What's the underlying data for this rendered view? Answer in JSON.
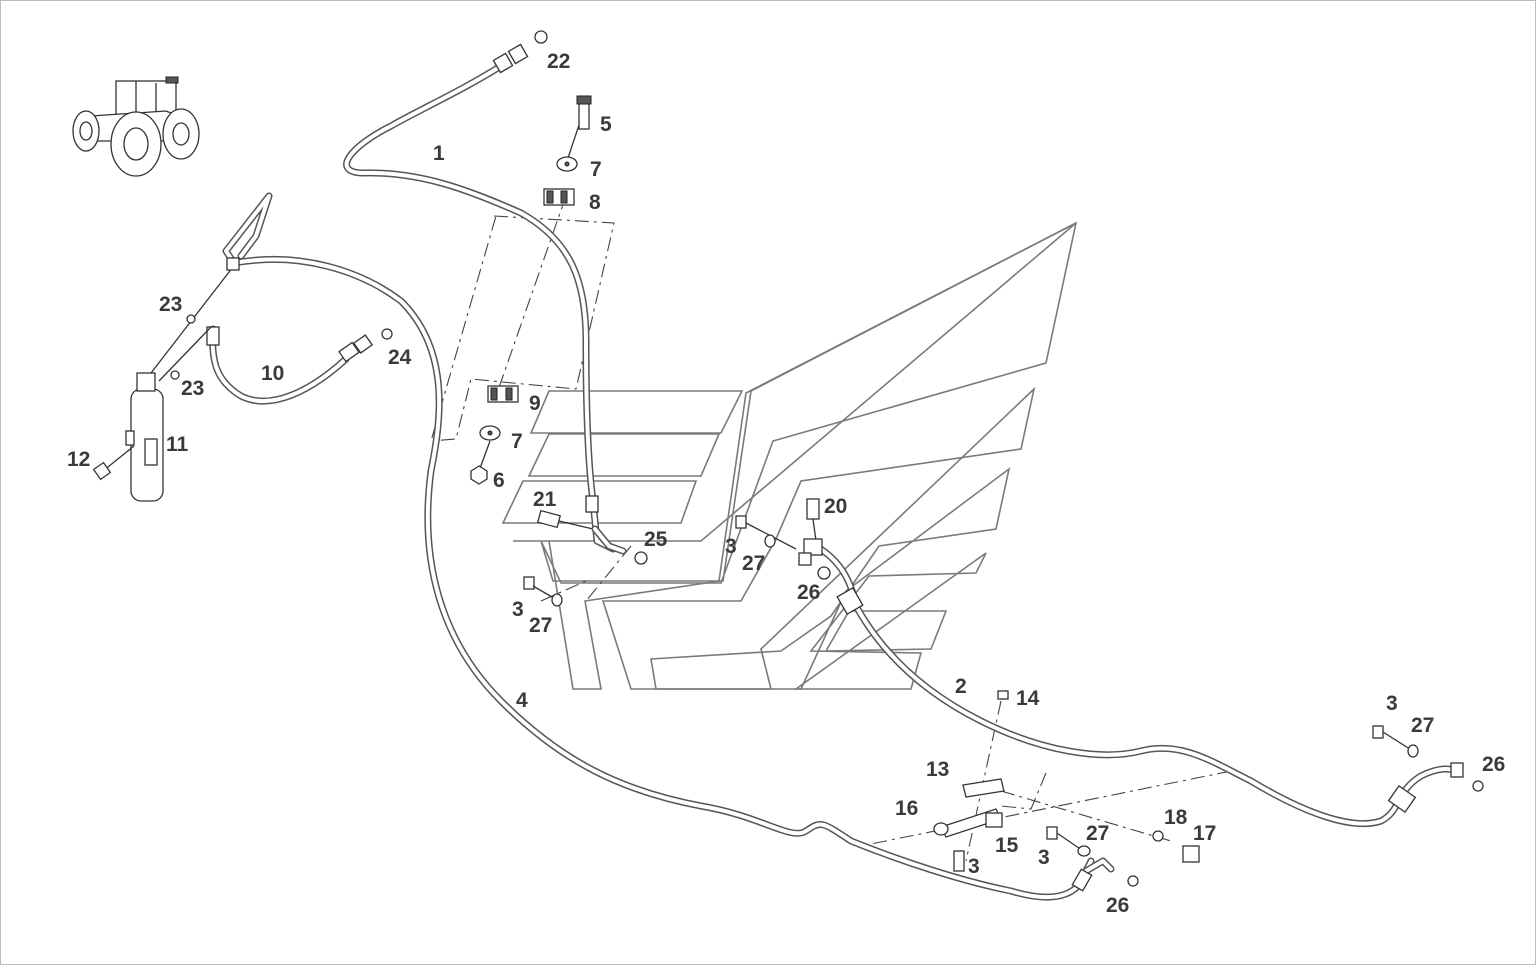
{
  "diagram": {
    "callouts": [
      {
        "id": "c22",
        "text": "22"
      },
      {
        "id": "c5",
        "text": "5"
      },
      {
        "id": "c1",
        "text": "1"
      },
      {
        "id": "c7a",
        "text": "7"
      },
      {
        "id": "c8",
        "text": "8"
      },
      {
        "id": "c23a",
        "text": "23"
      },
      {
        "id": "c24",
        "text": "24"
      },
      {
        "id": "c10",
        "text": "10"
      },
      {
        "id": "c23b",
        "text": "23"
      },
      {
        "id": "c9",
        "text": "9"
      },
      {
        "id": "c11",
        "text": "11"
      },
      {
        "id": "c7b",
        "text": "7"
      },
      {
        "id": "c12",
        "text": "12"
      },
      {
        "id": "c6",
        "text": "6"
      },
      {
        "id": "c21",
        "text": "21"
      },
      {
        "id": "c25",
        "text": "25"
      },
      {
        "id": "c20",
        "text": "20"
      },
      {
        "id": "c3a",
        "text": "3"
      },
      {
        "id": "c27a",
        "text": "27"
      },
      {
        "id": "c26a",
        "text": "26"
      },
      {
        "id": "c3b",
        "text": "3"
      },
      {
        "id": "c27b",
        "text": "27"
      },
      {
        "id": "c2",
        "text": "2"
      },
      {
        "id": "c14",
        "text": "14"
      },
      {
        "id": "c4",
        "text": "4"
      },
      {
        "id": "c3c",
        "text": "3"
      },
      {
        "id": "c27c",
        "text": "27"
      },
      {
        "id": "c26b",
        "text": "26"
      },
      {
        "id": "c13",
        "text": "13"
      },
      {
        "id": "c16",
        "text": "16"
      },
      {
        "id": "c18",
        "text": "18"
      },
      {
        "id": "c17",
        "text": "17"
      },
      {
        "id": "c27d",
        "text": "27"
      },
      {
        "id": "c15",
        "text": "15"
      },
      {
        "id": "c3d",
        "text": "3"
      },
      {
        "id": "c3e",
        "text": "3"
      },
      {
        "id": "c26c",
        "text": "26"
      }
    ]
  },
  "icons": {
    "locator": "tractor-icon"
  },
  "colors": {
    "line": "#555555",
    "text": "#3a3a3a",
    "background": "#ffffff"
  }
}
